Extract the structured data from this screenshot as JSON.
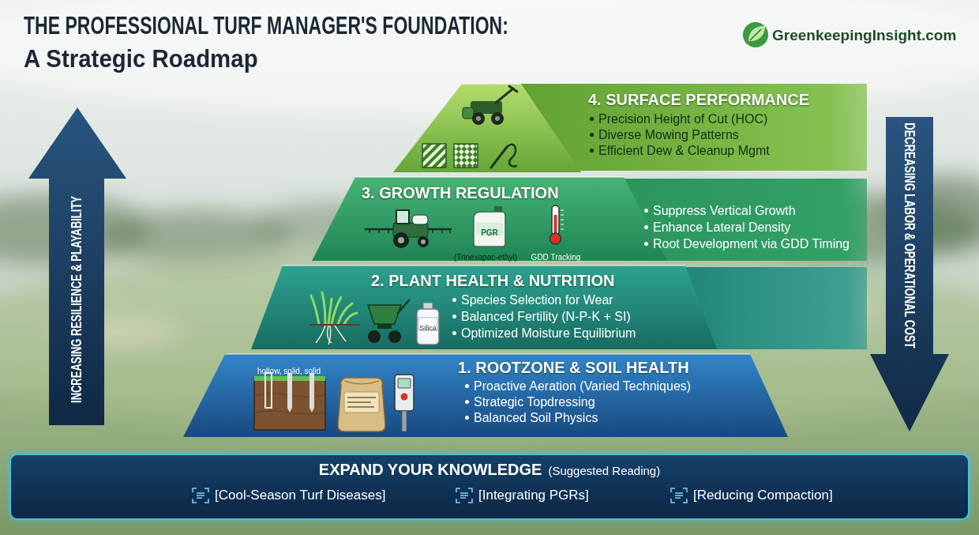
{
  "diagram": {
    "title": "THE PROFESSIONAL TURF MANAGER'S FOUNDATION:",
    "nodes": [
      {
        "text": [
          "INCREASING RESILIENCE & PLAYABILITY"
        ]
      },
      {
        "text": [
          "4. SURFACE PERFORMANCE",
          "Precision Height of Cut (HOC)",
          "Diverse Mowing Patterns",
          "Efficient Dew & Cleanup Mgmt"
        ]
      },
      {
        "text": [
          "3. GROWTH REGULATION",
          "Suppress Vertical Growth",
          "Enhance Lateral Density",
          "Root Development via GDD Timing"
        ]
      },
      {
        "text": [
          "2. PLANT HEALTH & NUTRITION",
          "Species Selection for Wear",
          "Balanced Fertility (N-P-K + SI)",
          "Optimized Moisture Equilibrium"
        ]
      },
      {
        "text": [
          "1. ROOTZONE & SOIL HEALTH",
          "Proactive Aeration (Varied Techniques)",
          "Strategic Topdressing",
          "Balanced Soil Physics"
        ]
      },
      {
        "text": [
          "DECREASING LABOR & OPERATIONAL COST"
        ]
      },
      {
        "text": [
          "EXPAND YOUR KNOWLEDGE",
          "(Suggested Reading)",
          "[Cool-Season Turf Diseases]",
          "[Integrating PGRs]",
          "[Reducing Compaction]"
        ]
      }
    ],
    "labels": [
      "A Strategic Roadmap",
      "GreenkeepingInsight.com",
      "PGR",
      "(Trinexapac-ethyl)",
      "GDD Tracking",
      "Silica",
      "hollow, solid, solid"
    ]
  }
}
